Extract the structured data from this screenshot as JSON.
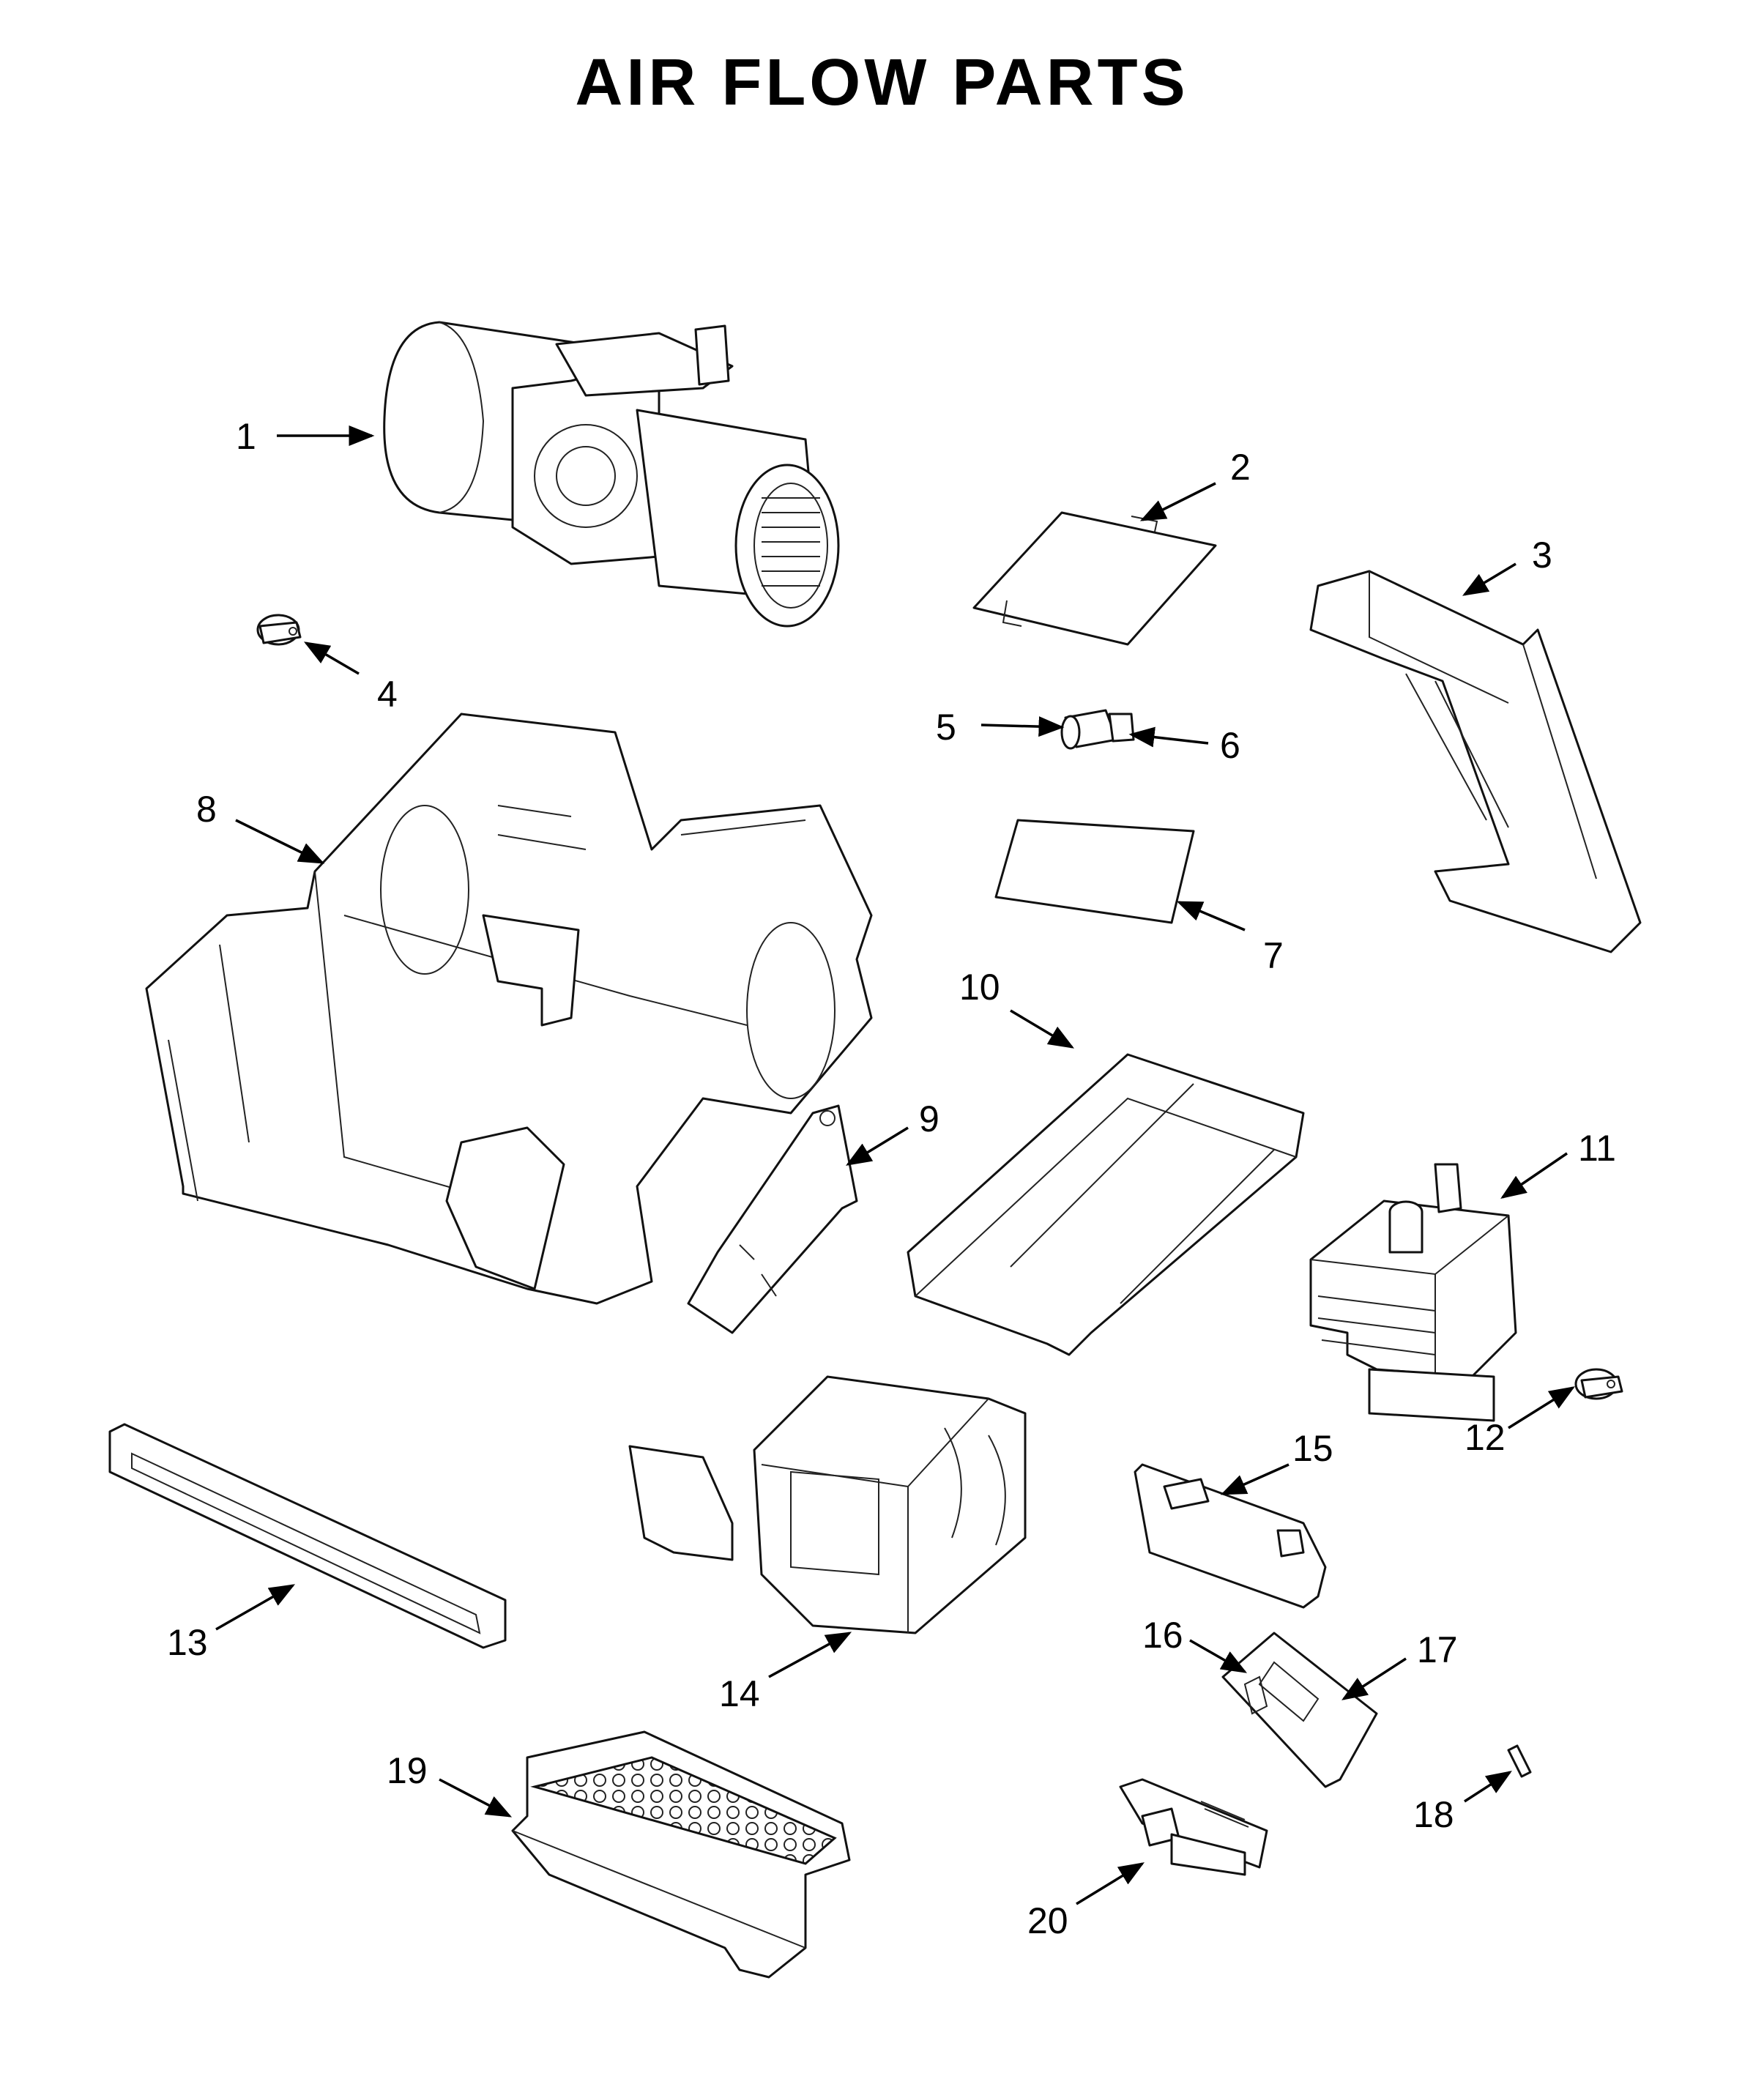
{
  "title": "AIR FLOW PARTS",
  "callouts": [
    {
      "id": "1",
      "label": "1"
    },
    {
      "id": "2",
      "label": "2"
    },
    {
      "id": "3",
      "label": "3"
    },
    {
      "id": "4",
      "label": "4"
    },
    {
      "id": "5",
      "label": "5"
    },
    {
      "id": "6",
      "label": "6"
    },
    {
      "id": "7",
      "label": "7"
    },
    {
      "id": "8",
      "label": "8"
    },
    {
      "id": "9",
      "label": "9"
    },
    {
      "id": "10",
      "label": "10"
    },
    {
      "id": "11",
      "label": "11"
    },
    {
      "id": "12",
      "label": "12"
    },
    {
      "id": "13",
      "label": "13"
    },
    {
      "id": "14",
      "label": "14"
    },
    {
      "id": "15",
      "label": "15"
    },
    {
      "id": "16",
      "label": "16"
    },
    {
      "id": "17",
      "label": "17"
    },
    {
      "id": "18",
      "label": "18"
    },
    {
      "id": "19",
      "label": "19"
    },
    {
      "id": "20",
      "label": "20"
    }
  ]
}
